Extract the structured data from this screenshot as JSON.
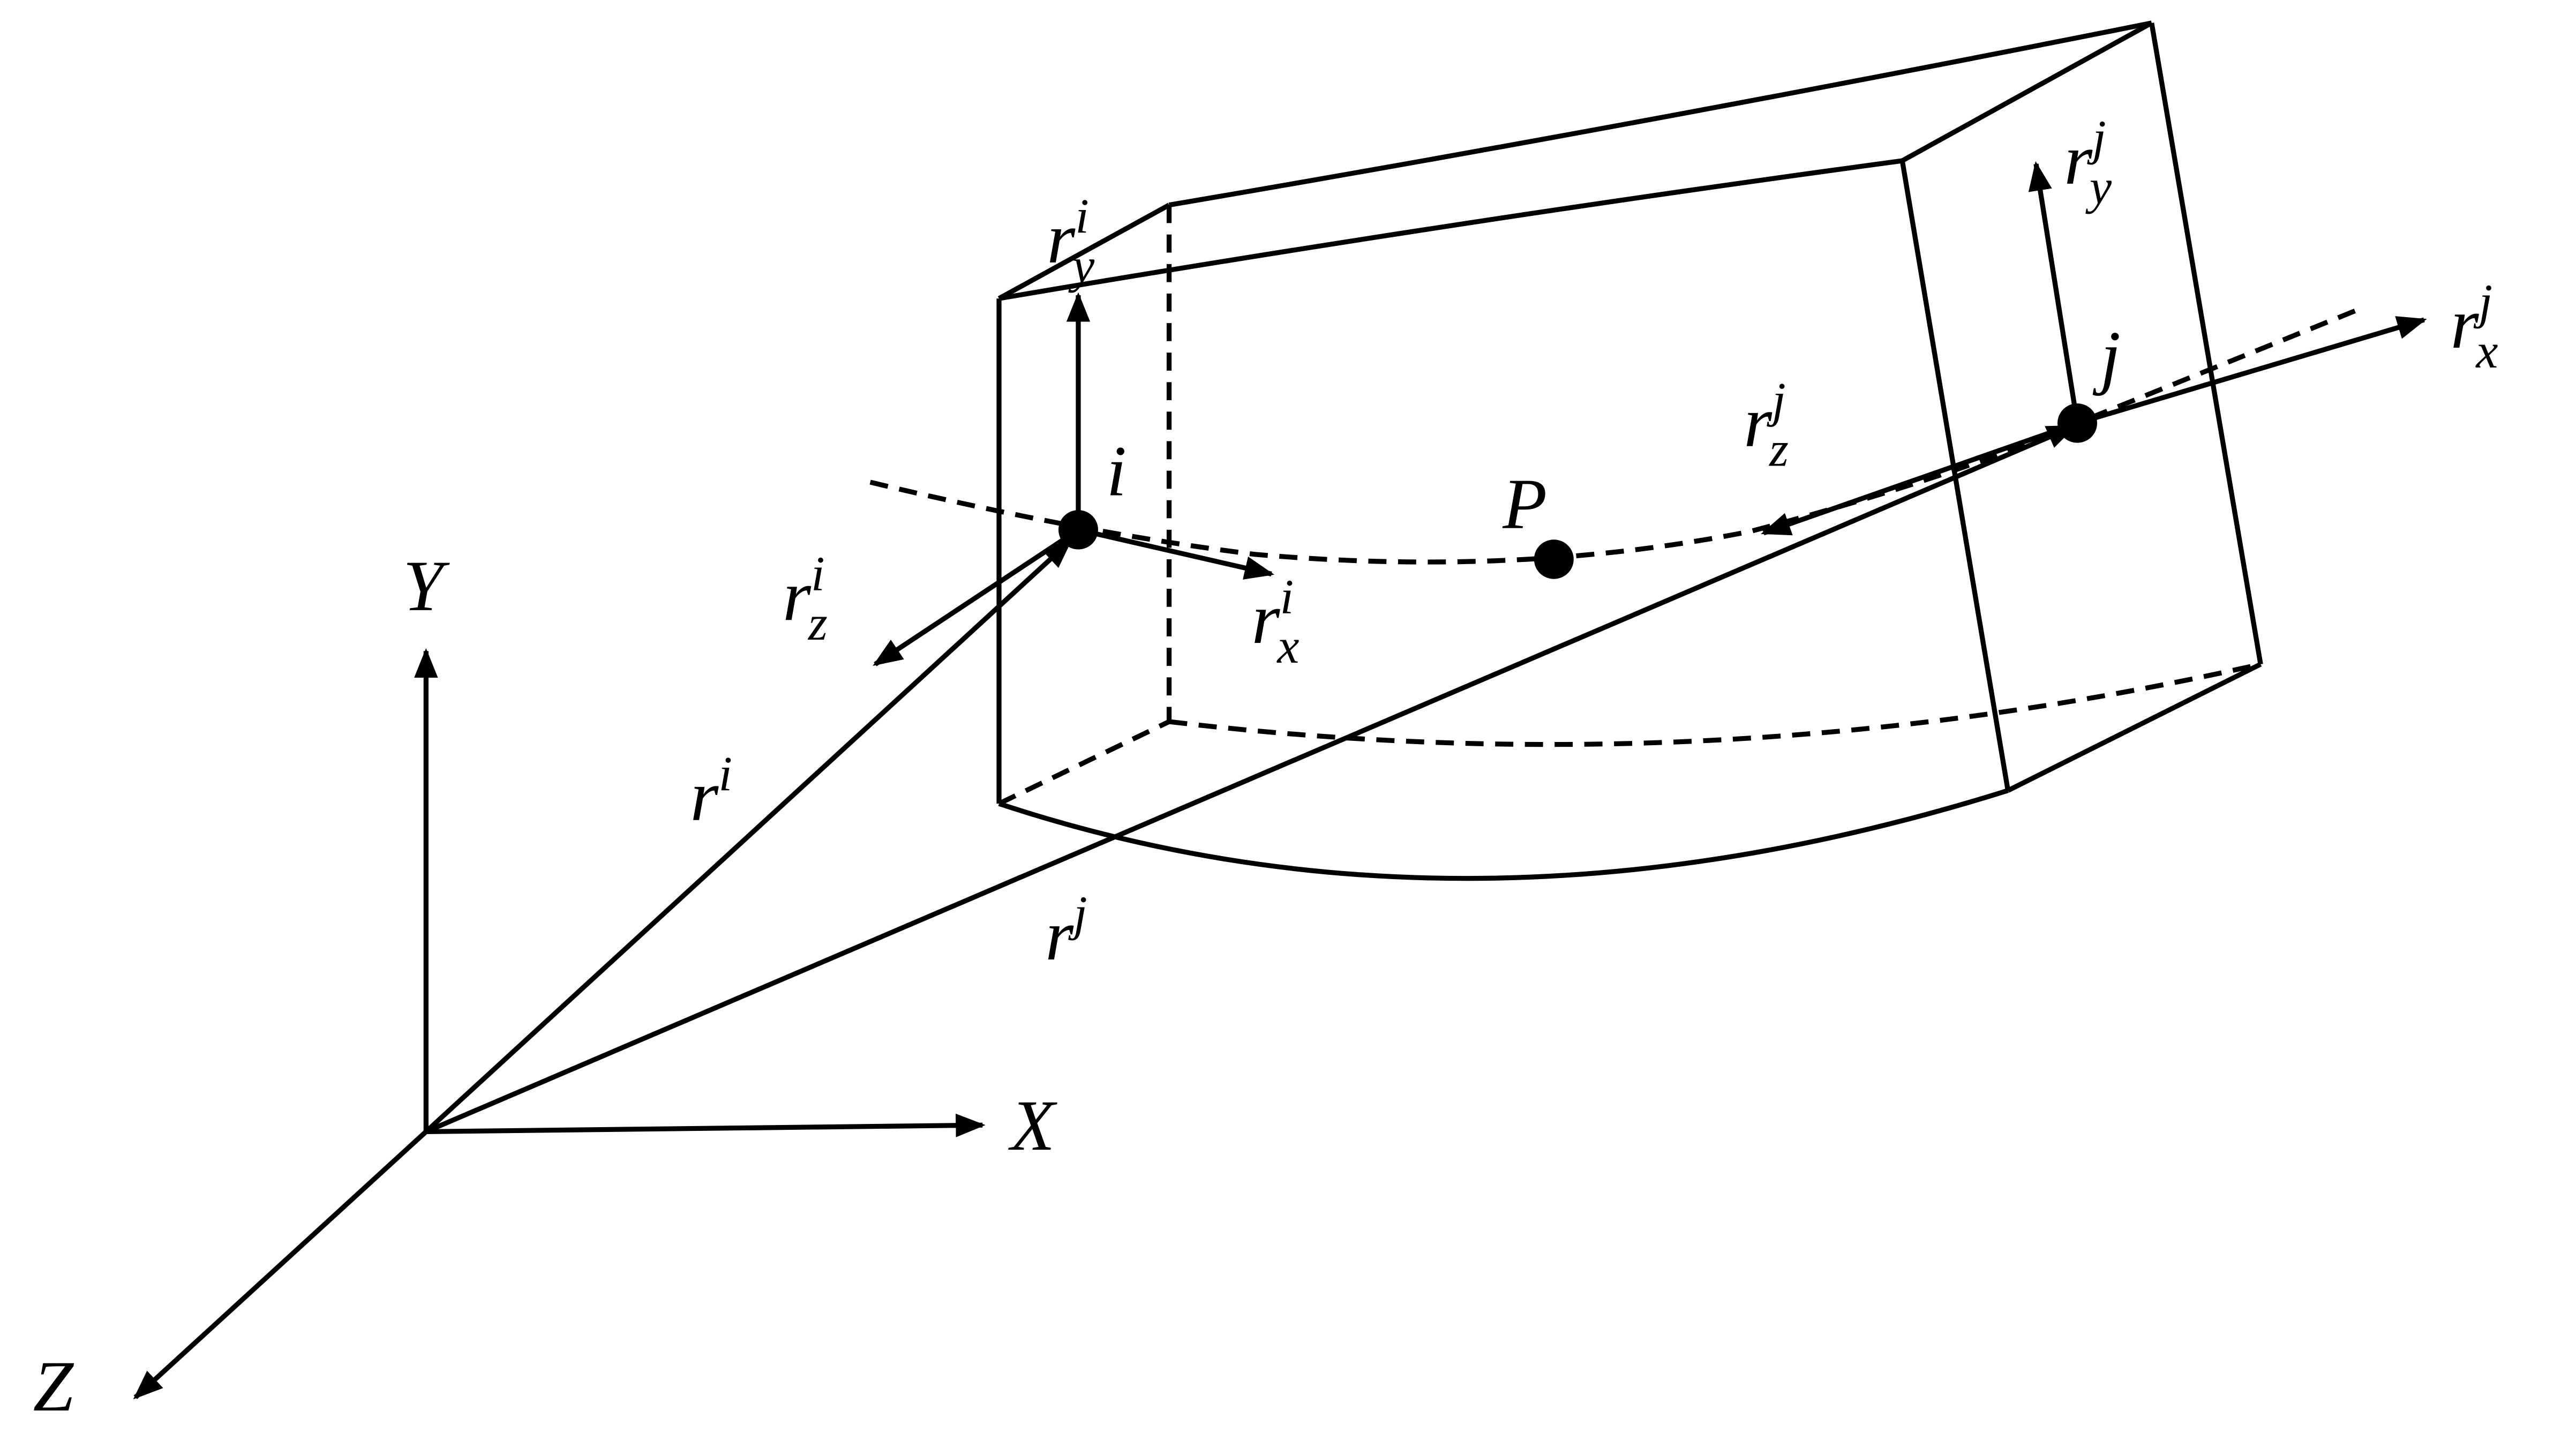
{
  "axes": {
    "x_label": "X",
    "y_label": "Y",
    "z_label": "Z"
  },
  "nodes": {
    "i_label": "i",
    "j_label": "j",
    "p_label": "P"
  },
  "vectors": {
    "ri": {
      "base": "r",
      "sup": "i"
    },
    "rj": {
      "base": "r",
      "sup": "j"
    },
    "rxi": {
      "base": "r",
      "sub": "x",
      "sup": "i"
    },
    "ryi": {
      "base": "r",
      "sub": "y",
      "sup": "i"
    },
    "rzi": {
      "base": "r",
      "sub": "z",
      "sup": "i"
    },
    "rxj": {
      "base": "r",
      "sub": "x",
      "sup": "j"
    },
    "ryj": {
      "base": "r",
      "sub": "y",
      "sup": "j"
    },
    "rzj": {
      "base": "r",
      "sub": "z",
      "sup": "j"
    }
  },
  "colors": {
    "ink": "#000000",
    "background": "#ffffff"
  }
}
